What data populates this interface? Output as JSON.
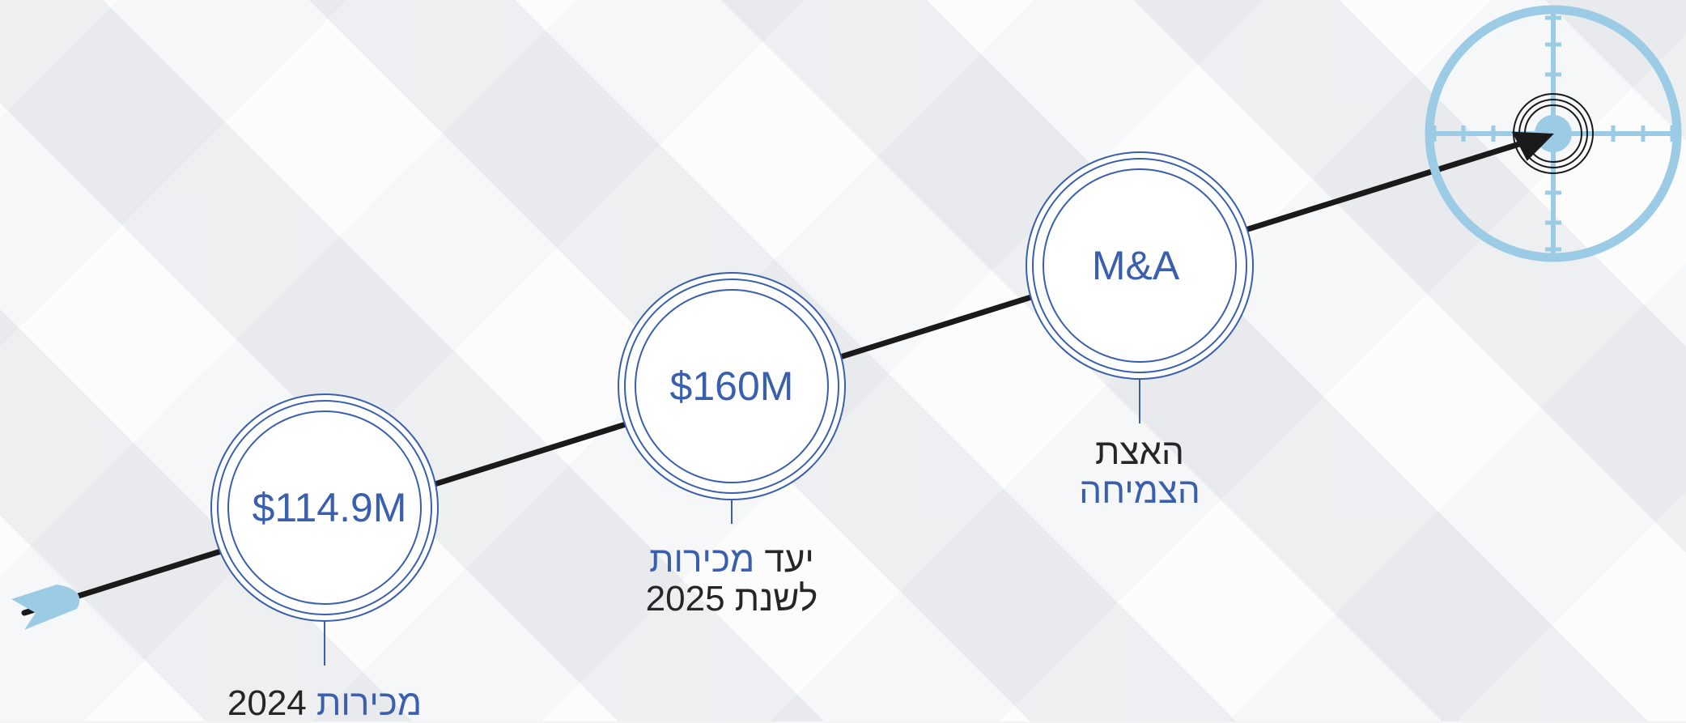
{
  "colors": {
    "accent_blue": "#3a5fae",
    "target_light_blue": "#9ccbe6",
    "arrow_black": "#1a1a1a",
    "text_dark": "#262626"
  },
  "milestones": [
    {
      "value": "$114.9M",
      "caption_accent": "מכירות",
      "caption_plain": "2024"
    },
    {
      "value": "$160M",
      "caption_plain_1": "יעד",
      "caption_accent": "מכירות",
      "caption_plain_2": "לשנת 2025"
    },
    {
      "value": "M&A",
      "caption_plain": "האצת",
      "caption_accent": "הצמיחה"
    }
  ],
  "icons": {
    "target": "target-crosshair-icon",
    "arrow": "arrow-icon"
  }
}
